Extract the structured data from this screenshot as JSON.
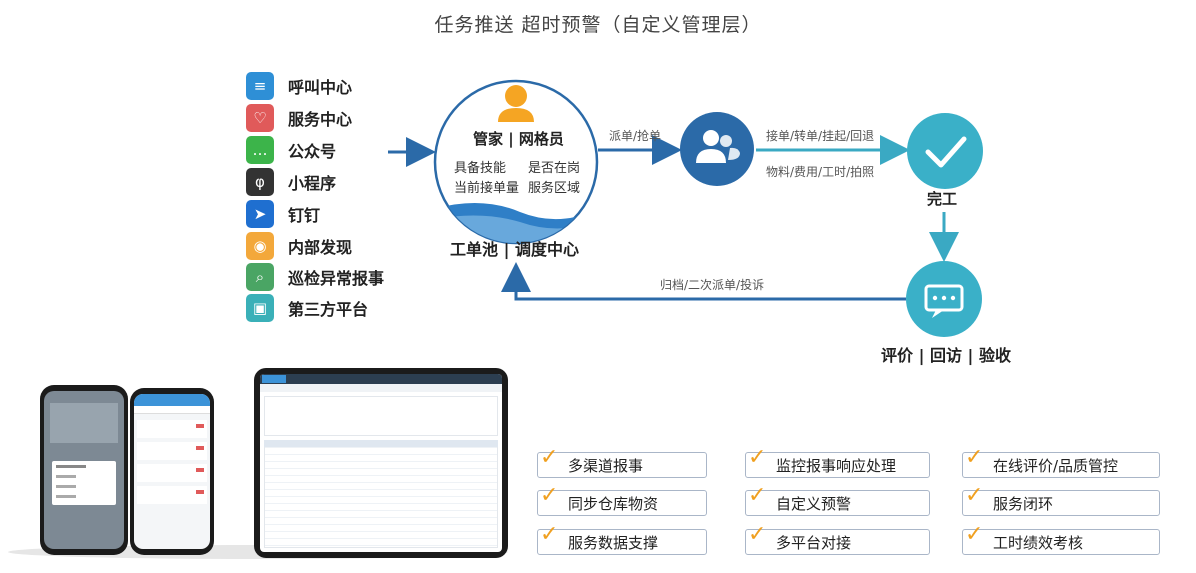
{
  "title": "任务推送 超时预警（自定义管理层）",
  "channels": [
    {
      "label": "呼叫中心",
      "icon": "phone-wave-icon",
      "color": "#2e8fd6"
    },
    {
      "label": "服务中心",
      "icon": "heart-icon",
      "color": "#e05a5a"
    },
    {
      "label": "公众号",
      "icon": "wechat-icon",
      "color": "#3cb44a"
    },
    {
      "label": "小程序",
      "icon": "mini-program-icon",
      "color": "#333333"
    },
    {
      "label": "钉钉",
      "icon": "dingtalk-icon",
      "color": "#1f6fd0"
    },
    {
      "label": "内部发现",
      "icon": "eye-icon",
      "color": "#f3a83b"
    },
    {
      "label": "巡检异常报事",
      "icon": "inspection-icon",
      "color": "#4aa564"
    },
    {
      "label": "第三方平台",
      "icon": "third-party-icon",
      "color": "#3ab0b8"
    }
  ],
  "pool": {
    "role": "管家 | 网格员",
    "attrs": [
      "具备技能",
      "是否在岗",
      "当前接单量",
      "服务区域"
    ],
    "label": "工单池 | 调度中心"
  },
  "flow": {
    "dispatch": "派单/抢单",
    "actions_top": "接单/转单/挂起/回退",
    "actions_bottom": "物料/费用/工时/拍照",
    "complete": "完工",
    "feedback": "归档/二次派单/投诉",
    "evaluate": "评价 | 回访 | 验收"
  },
  "colors": {
    "primary": "#2b6aa8",
    "accent": "#3ab0c8",
    "check": "#f0a020"
  },
  "features": [
    [
      "多渠道报事",
      "监控报事响应处理",
      "在线评价/品质管控"
    ],
    [
      "同步仓库物资",
      "自定义预警",
      "服务闭环"
    ],
    [
      "服务数据支撑",
      "多平台对接",
      "工时绩效考核"
    ]
  ]
}
